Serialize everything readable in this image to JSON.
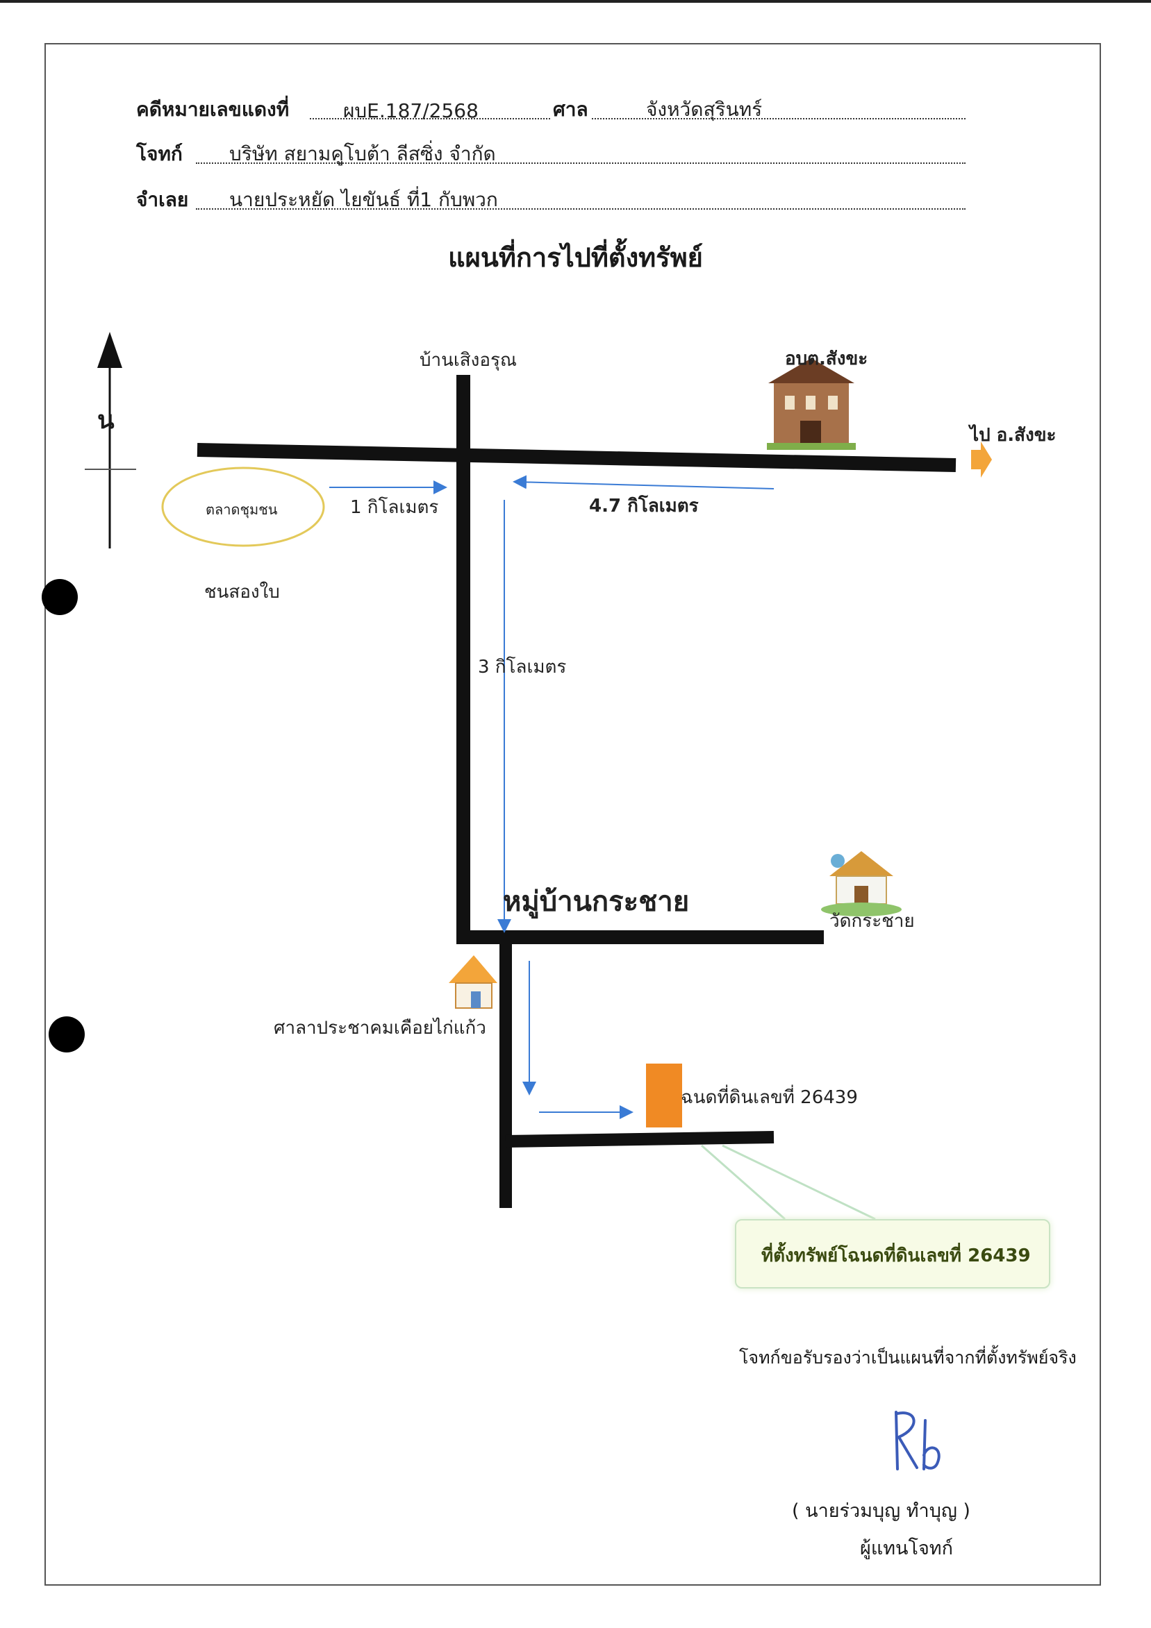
{
  "header": {
    "case_label": "คดีหมายเลขแดงที่",
    "case_number": "ผบE.187/2568",
    "court_label": "ศาล",
    "court_name": "จังหวัดสุรินทร์",
    "plaintiff_label": "โจทก์",
    "plaintiff_name": "บริษัท สยามคูโบต้า ลีสซิ่ง  จำกัด",
    "defendant_label": "จำเลย",
    "defendant_name": "นายประหยัด  ไยขันธ์  ที่1  กับพวก"
  },
  "title": "แผนที่การไปที่ตั้งทรัพย์",
  "map": {
    "north_letter": "น",
    "village_north": "บ้านเสิงอรุณ",
    "landmark_office": "อบต.สังขะ",
    "to_destination": "ไป อ.สังขะ",
    "market": "ตลาดชุมชน",
    "market_area": "ชนสองใบ",
    "distance_1": "1 กิโลเมตร",
    "distance_2": "4.7 กิโลเมตร",
    "distance_3": "3 กิโลเมตร",
    "village_main": "หมู่บ้านกระชาย",
    "temple": "วัดกระชาย",
    "pavilion": "ศาลาประชาคมเคือยไก่แก้ว",
    "deed_label": "ฉนดที่ดินเลขที่ 26439",
    "callout": "ที่ตั้งทรัพย์โฉนดที่ดินเลขที่ 26439"
  },
  "footer": {
    "certification": "โจทก์ขอรับรองว่าเป็นแผนที่จากที่ตั้งทรัพย์จริง",
    "signature_name": "(   นายร่วมบุญ   ทำบุญ   )",
    "signature_role": "ผู้แทนโจทก์"
  },
  "colors": {
    "road": "#111111",
    "arrow_blue": "#3a7bd5",
    "parcel": "#f08a24",
    "market_ring": "#e3c95a",
    "destination_arrow": "#f3a53a"
  }
}
